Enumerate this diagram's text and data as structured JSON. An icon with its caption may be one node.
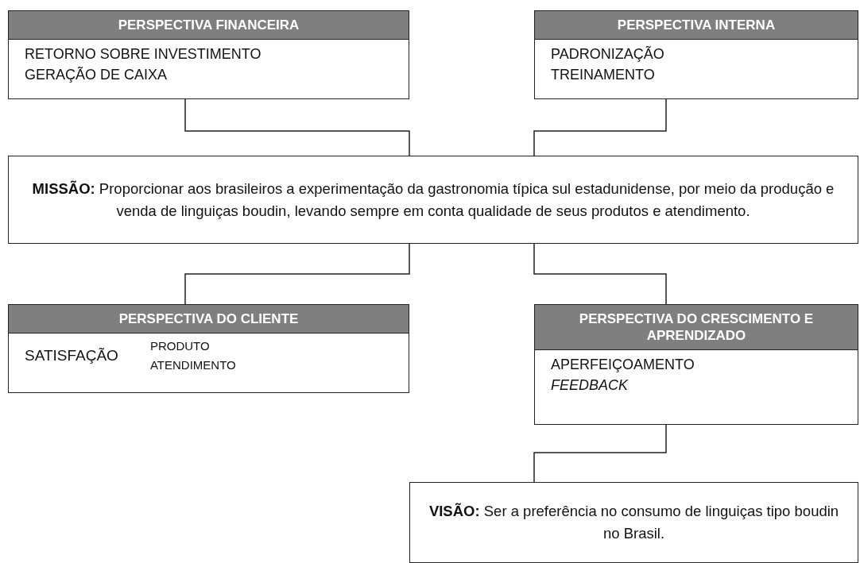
{
  "diagram": {
    "nodes": [
      {
        "text": [
          "PERSPECTIVA FINANCEIRA",
          "RETORNO SOBRE INVESTIMENTO",
          "GERAÇÃO DE CAIXA"
        ]
      },
      {
        "text": [
          "PERSPECTIVA INTERNA",
          "PADRONIZAÇÃO",
          "TREINAMENTO"
        ]
      },
      {
        "text": [
          "**MISSÃO:** Proporcionar aos brasileiros a experimentação da gastronomia típica sul estadunidense, por meio da produção e venda de linguiças boudin, levando sempre em conta qualidade de seus produtos e atendimento."
        ]
      },
      {
        "text": [
          "PERSPECTIVA DO CLIENTE",
          "SATISFAÇÃO",
          "PRODUTO",
          "ATENDIMENTO"
        ]
      },
      {
        "text": [
          "PERSPECTIVA DO CRESCIMENTO E APRENDIZADO",
          "APERFEIÇOAMENTO",
          "*FEEDBACK*"
        ]
      },
      {
        "text": [
          "**VISÃO:** Ser a preferência no consumo de linguiças tipo boudin no Brasil."
        ]
      }
    ],
    "edges": [
      {
        "from": 0,
        "to": 2,
        "arrow": "none"
      },
      {
        "from": 1,
        "to": 2,
        "arrow": "none"
      },
      {
        "from": 2,
        "to": 3,
        "arrow": "none"
      },
      {
        "from": 2,
        "to": 4,
        "arrow": "none"
      },
      {
        "from": 4,
        "to": 5,
        "arrow": "none"
      }
    ]
  }
}
